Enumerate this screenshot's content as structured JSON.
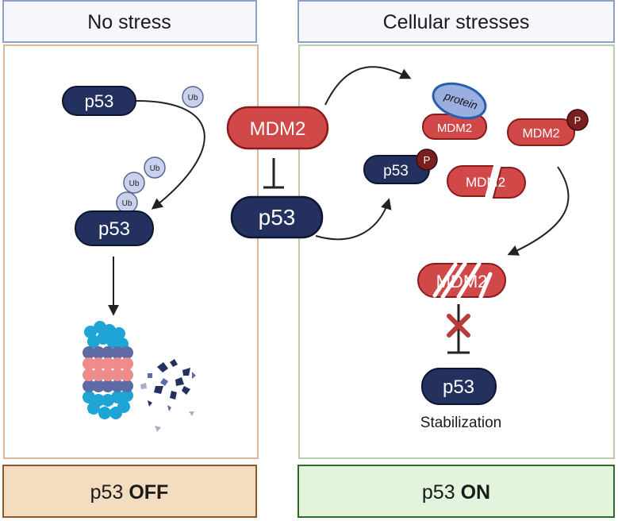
{
  "left_panel": {
    "header": "No stress",
    "p53_top": "p53",
    "p53_mid": "p53",
    "ub": [
      "Ub",
      "Ub",
      "Ub",
      "Ub"
    ],
    "footer_plain": "p53 ",
    "footer_bold": "OFF"
  },
  "center": {
    "mdm2": "MDM2",
    "p53": "p53"
  },
  "right_panel": {
    "header": "Cellular stresses",
    "protein": "protein",
    "mdm2_bound": "MDM2",
    "mdm2_phos": "MDM2",
    "phos_label": "P",
    "p53_phos": "p53",
    "p53_phos_label": "P",
    "mdm2_broken": "MDM2",
    "mdm2_crossed": "MDM2",
    "p53_stable": "p53",
    "stabilization": "Stabilization",
    "footer_plain": "p53 ",
    "footer_bold": "ON"
  },
  "colors": {
    "p53_fill": "#24305e",
    "mdm2_fill": "#d14848",
    "mdm2_stroke": "#8b1a1a",
    "ub_fill": "#c9d1ec",
    "phos_fill": "#7a1f1f",
    "protein_fill": "#9aaee0",
    "protein_stroke": "#2a5fb0"
  }
}
